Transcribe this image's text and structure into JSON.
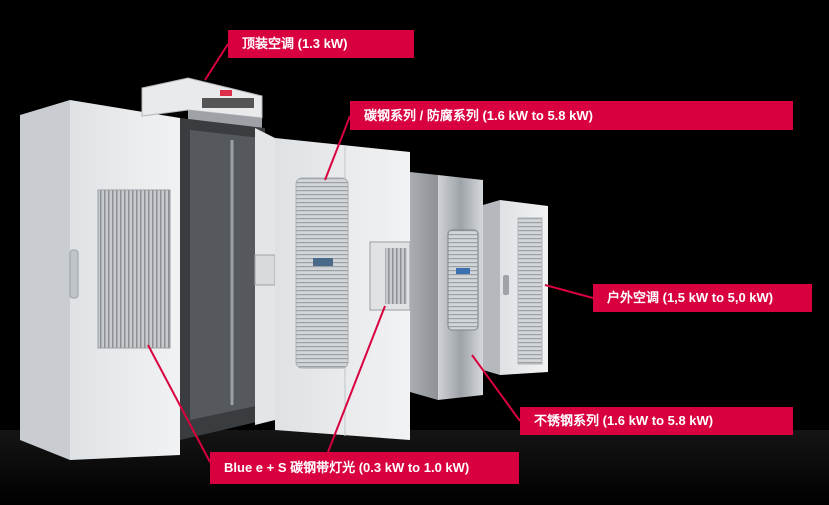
{
  "labels": {
    "roof": "顶装空调 (1.3 kW)",
    "carbon_steel": "碳钢系列 / 防腐系列 (1.6 kW to 5.8 kW)",
    "outdoor": "户外空调 (1,5 kW to 5,0 kW)",
    "stainless": "不锈钢系列 (1.6 kW to 5.8 kW)",
    "blue_e": "Blue e + S 碳钢带灯光 (0.3 kW to 1.0 kW)"
  },
  "colors": {
    "background": "#000000",
    "label_bg": "#d9003f",
    "cabinet_light": "#e4e6e8",
    "cabinet_shade": "#b9bdc1"
  }
}
